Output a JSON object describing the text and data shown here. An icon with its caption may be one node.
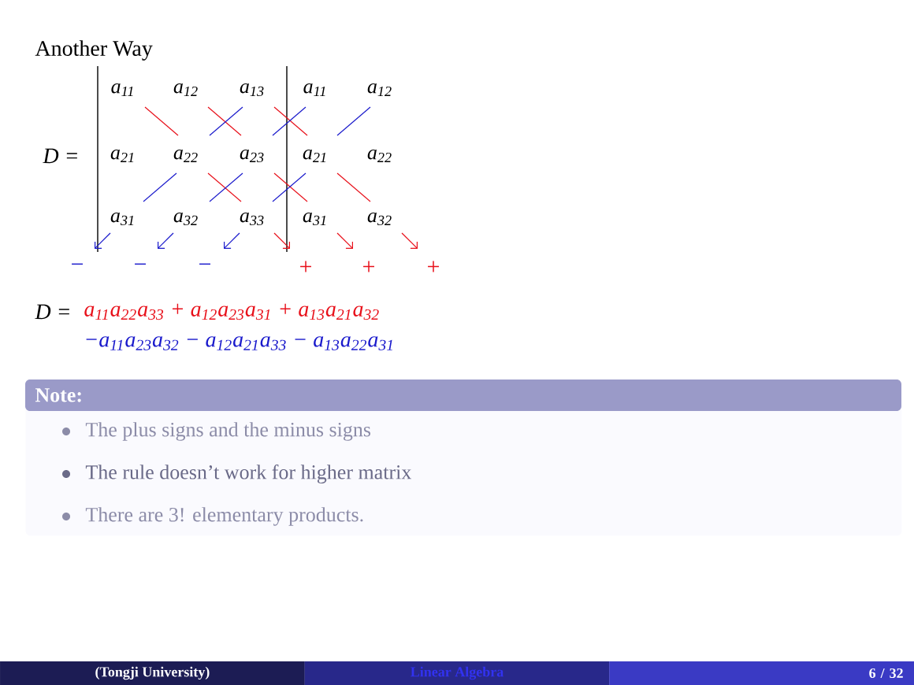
{
  "diagram": {
    "title": "Another Way",
    "nodes": [
      {
        "text": [
          "Note:",
          "The plus signs and the minus signs",
          "The rule doesn’t work for higher matrix",
          "There are 3! elementary products."
        ]
      },
      {
        "text": [
          "(Tongji University)"
        ]
      },
      {
        "text": [
          "Linear Algebra"
        ]
      },
      {
        "text": [
          "6 / 32"
        ]
      }
    ],
    "labels": [
      "D =",
      "a$_{11}$",
      "a$_{12}$",
      "a$_{13}$",
      "a$_{11}$",
      "a$_{12}$",
      "a$_{21}$",
      "a$_{22}$",
      "a$_{23}$",
      "a$_{21}$",
      "a$_{22}$",
      "a$_{31}$",
      "a$_{32}$",
      "a$_{33}$",
      "a$_{31}$",
      "a$_{32}$",
      "−",
      "−",
      "−",
      "+",
      "+",
      "+",
      "D =",
      "a$_{11}$a$_{22}$a$_{33}$ + a$_{12}$a$_{23}$a$_{31}$ + a$_{13}$a$_{21}$a$_{32}$",
      "−a$_{11}$a$_{23}$a$_{32}$ − a$_{12}$a$_{21}$a$_{33}$ − a$_{13}$a$_{22}$a$_{31}$"
    ]
  }
}
